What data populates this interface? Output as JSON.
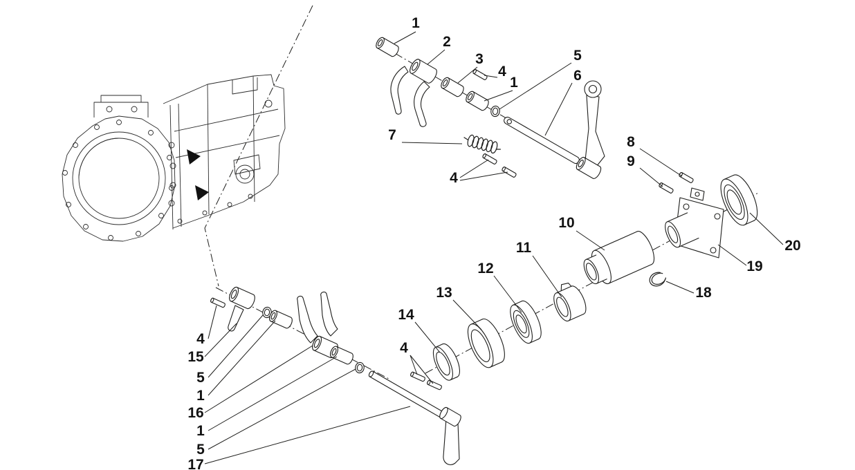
{
  "diagram": {
    "figure_type": "exploded-parts-diagram",
    "background_color": "#ffffff",
    "line_color": "#1d1d1b",
    "callouts": [
      {
        "label": "1"
      },
      {
        "label": "2"
      },
      {
        "label": "3"
      },
      {
        "label": "4"
      },
      {
        "label": "1"
      },
      {
        "label": "5"
      },
      {
        "label": "6"
      },
      {
        "label": "7"
      },
      {
        "label": "4"
      },
      {
        "label": "8"
      },
      {
        "label": "9"
      },
      {
        "label": "10"
      },
      {
        "label": "11"
      },
      {
        "label": "12"
      },
      {
        "label": "13"
      },
      {
        "label": "14"
      },
      {
        "label": "4"
      },
      {
        "label": "20"
      },
      {
        "label": "19"
      },
      {
        "label": "18"
      },
      {
        "label": "4"
      },
      {
        "label": "15"
      },
      {
        "label": "5"
      },
      {
        "label": "1"
      },
      {
        "label": "16"
      },
      {
        "label": "1"
      },
      {
        "label": "5"
      },
      {
        "label": "17"
      }
    ]
  }
}
